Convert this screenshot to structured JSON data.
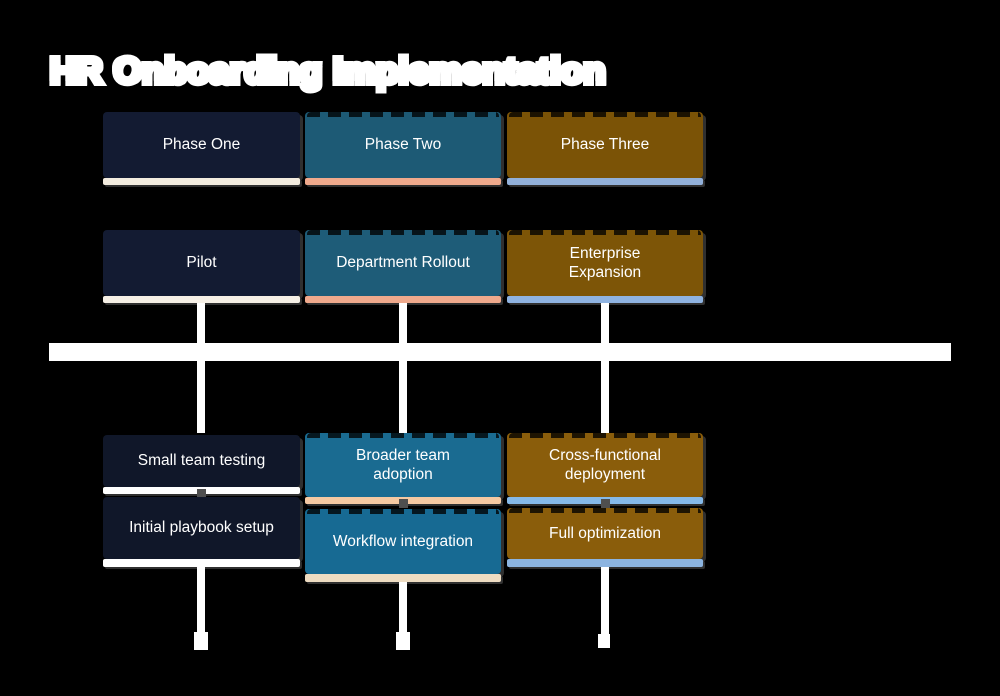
{
  "title": "HR Onboarding Implementation",
  "colors": {
    "background": "#000000",
    "connector": "#ffffff",
    "stub_gray": "#4f4f4f",
    "navy": "#131b32",
    "teal": "#1d5a75",
    "teal_bright": "#1a6b91",
    "brown": "#7b5306",
    "brown_bright": "#8a5d0b",
    "strip_cream": "#f3ecdf",
    "strip_salmon": "#efa98c",
    "strip_blue": "#92b0d9",
    "strip_white": "#ffffff",
    "strip_peach": "#f5c9a2",
    "strip_tan": "#eedcc2",
    "strip_lightblue": "#85b9e9"
  },
  "columns": [
    {
      "phase": {
        "label": "Phase One",
        "bg": "#131b32",
        "strip": "#f3ecdf"
      },
      "period": {
        "label": "Pilot",
        "bg": "#131b32",
        "strip": "#f6f0e6"
      },
      "events": [
        {
          "label": "Small team testing",
          "bg": "#101729",
          "strip": "#ffffff"
        },
        {
          "label": "Initial playbook setup",
          "bg": "#101729",
          "strip": "#ffffff"
        }
      ]
    },
    {
      "phase": {
        "label": "Phase Two",
        "bg": "#1d5a75",
        "strip": "#efa98c"
      },
      "period": {
        "label": "Department Rollout",
        "bg": "#1e5c78",
        "strip": "#efa98c"
      },
      "events": [
        {
          "label": "Broader team adoption",
          "bg": "#1a6b91",
          "strip": "#f5c9a2"
        },
        {
          "label": "Workflow integration",
          "bg": "#176a93",
          "strip": "#eedcc2"
        }
      ]
    },
    {
      "phase": {
        "label": "Phase Three",
        "bg": "#7b5306",
        "strip": "#92b0d9"
      },
      "period": {
        "label": "Enterprise Expansion",
        "bg": "#7d5507",
        "strip": "#8fb3e1"
      },
      "events": [
        {
          "label": "Cross-functional deployment",
          "bg": "#8a5d0b",
          "strip": "#85b9e9"
        },
        {
          "label": "Full optimization",
          "bg": "#8a5d0b",
          "strip": "#8cb4e0"
        }
      ]
    }
  ]
}
